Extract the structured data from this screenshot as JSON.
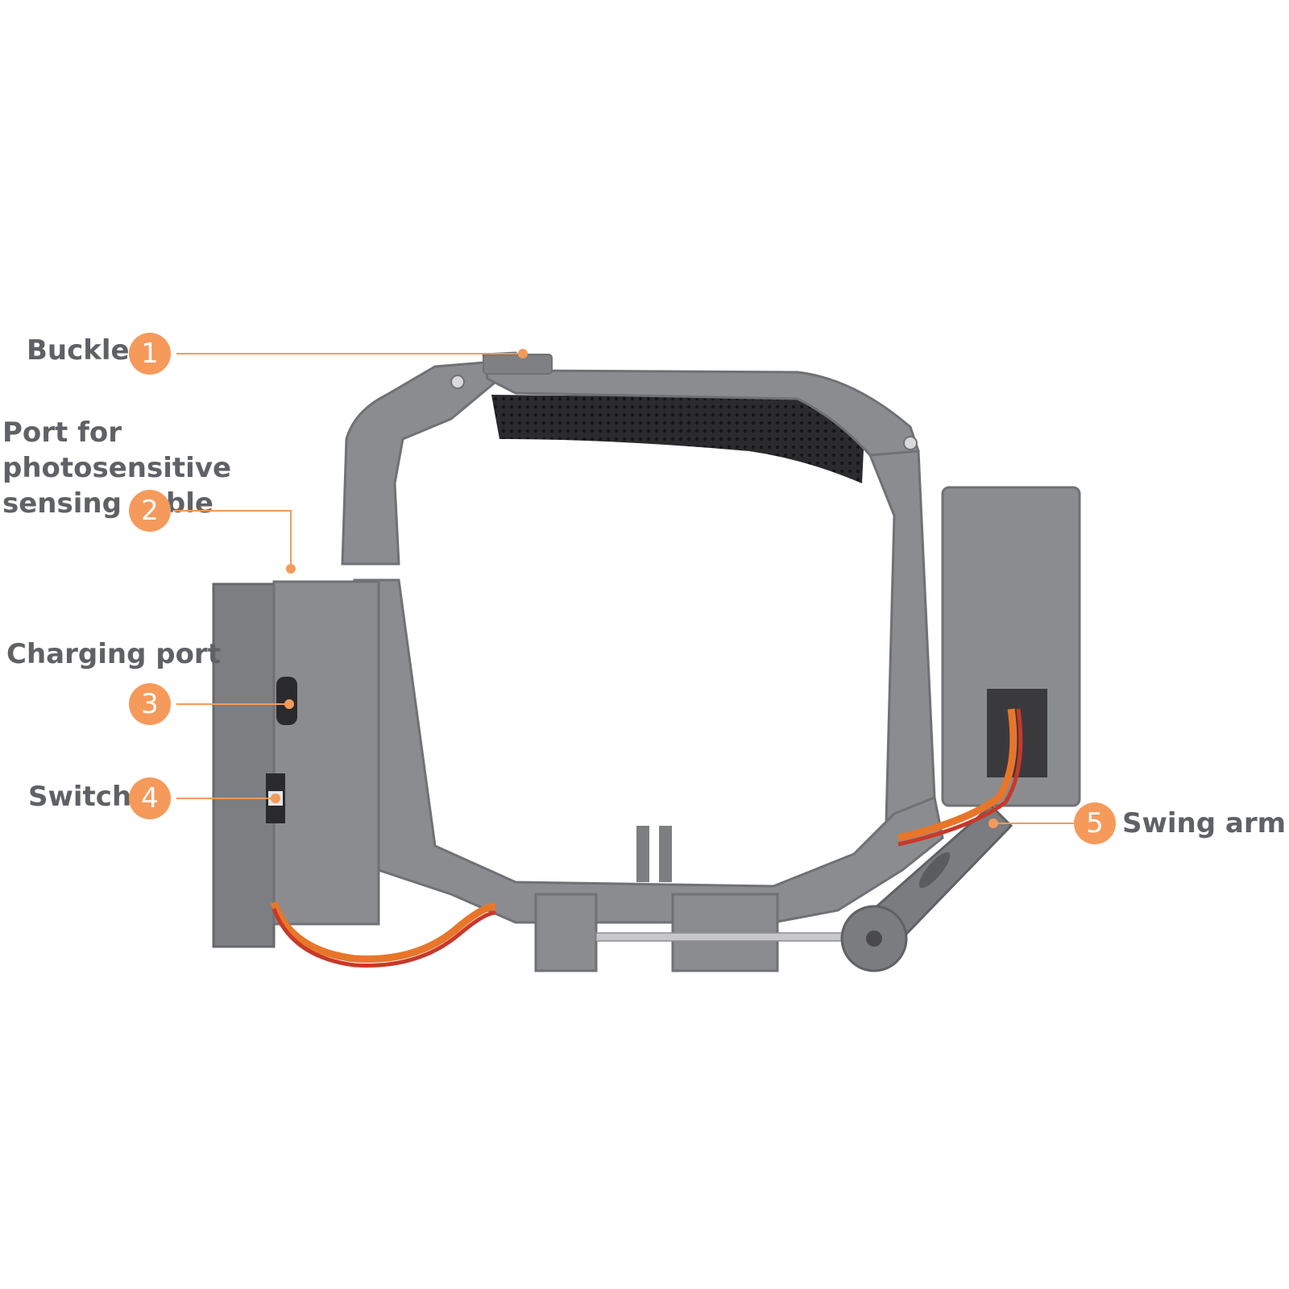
{
  "callouts": [
    {
      "number": "1",
      "label": "Buckle"
    },
    {
      "number": "2",
      "label": "Port for photosensitive sensing cable"
    },
    {
      "number": "3",
      "label": "Charging port"
    },
    {
      "number": "4",
      "label": "Switch"
    },
    {
      "number": "5",
      "label": "Swing arm"
    }
  ],
  "colors": {
    "accent": "#f59a5b",
    "label_text": "#5f6166",
    "device_body": "#8a8c90",
    "device_shadow": "#6f7175",
    "strap": "#2b2b2d",
    "wire_orange": "#e8762a",
    "wire_red": "#c9382a"
  }
}
